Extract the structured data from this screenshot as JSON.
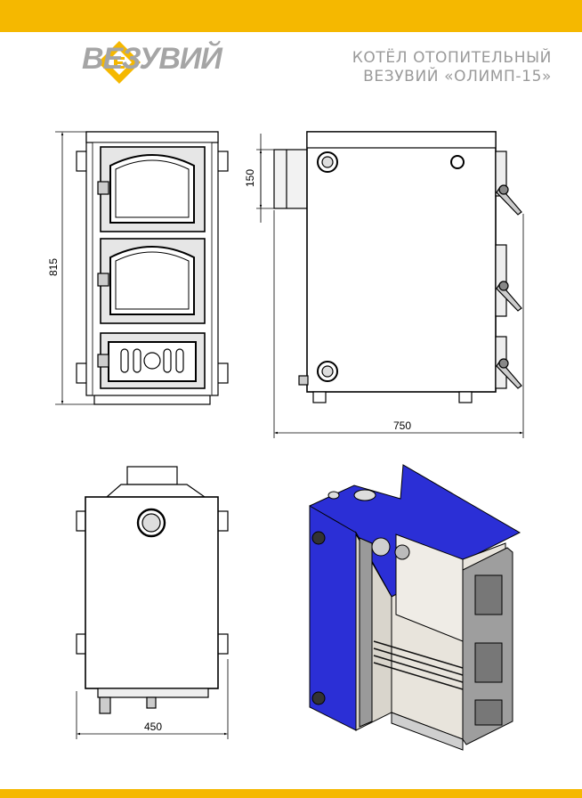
{
  "header": {
    "brand": "ВЕЗУВИЙ",
    "title_line1": "КОТЁЛ ОТОПИТЕЛЬНЫЙ",
    "title_line2": "ВЕЗУВИЙ «ОЛИМП-15»"
  },
  "dimensions": {
    "height": "815",
    "flue_offset": "150",
    "depth": "750",
    "width": "450"
  },
  "colors": {
    "accent": "#f5b800",
    "logo_gray": "#a5a5a5",
    "cutaway_blue": "#2b2fd6"
  }
}
